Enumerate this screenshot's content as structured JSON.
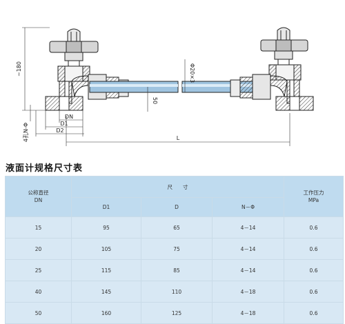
{
  "drawing": {
    "labels": {
      "height": "~180",
      "pipe": "Φ20×3",
      "offset": "50",
      "dn": "DN",
      "d1": "D1",
      "d2": "D2",
      "holes": "4孔N-Φ",
      "length": "L"
    }
  },
  "table": {
    "title": "液面计规格尺寸表",
    "headers": {
      "nominal": [
        "公称直径",
        "DN"
      ],
      "dims": "尺　　寸",
      "pressure": [
        "工作压力",
        "MPa"
      ],
      "d1": "D1",
      "d": "D",
      "holes": "N－Φ"
    },
    "rows": [
      {
        "dn": "15",
        "d1": "95",
        "d": "65",
        "holes": "4－14",
        "pressure": "0.6"
      },
      {
        "dn": "20",
        "d1": "105",
        "d": "75",
        "holes": "4－14",
        "pressure": "0.6"
      },
      {
        "dn": "25",
        "d1": "115",
        "d": "85",
        "holes": "4－14",
        "pressure": "0.6"
      },
      {
        "dn": "40",
        "d1": "145",
        "d": "110",
        "holes": "4－18",
        "pressure": "0.6"
      },
      {
        "dn": "50",
        "d1": "160",
        "d": "125",
        "holes": "4－18",
        "pressure": "0.6"
      }
    ]
  },
  "colors": {
    "header_bg": "#bfdbef",
    "body_bg": "#d8e8f4",
    "pipe_fill": "#9fc4e0"
  }
}
